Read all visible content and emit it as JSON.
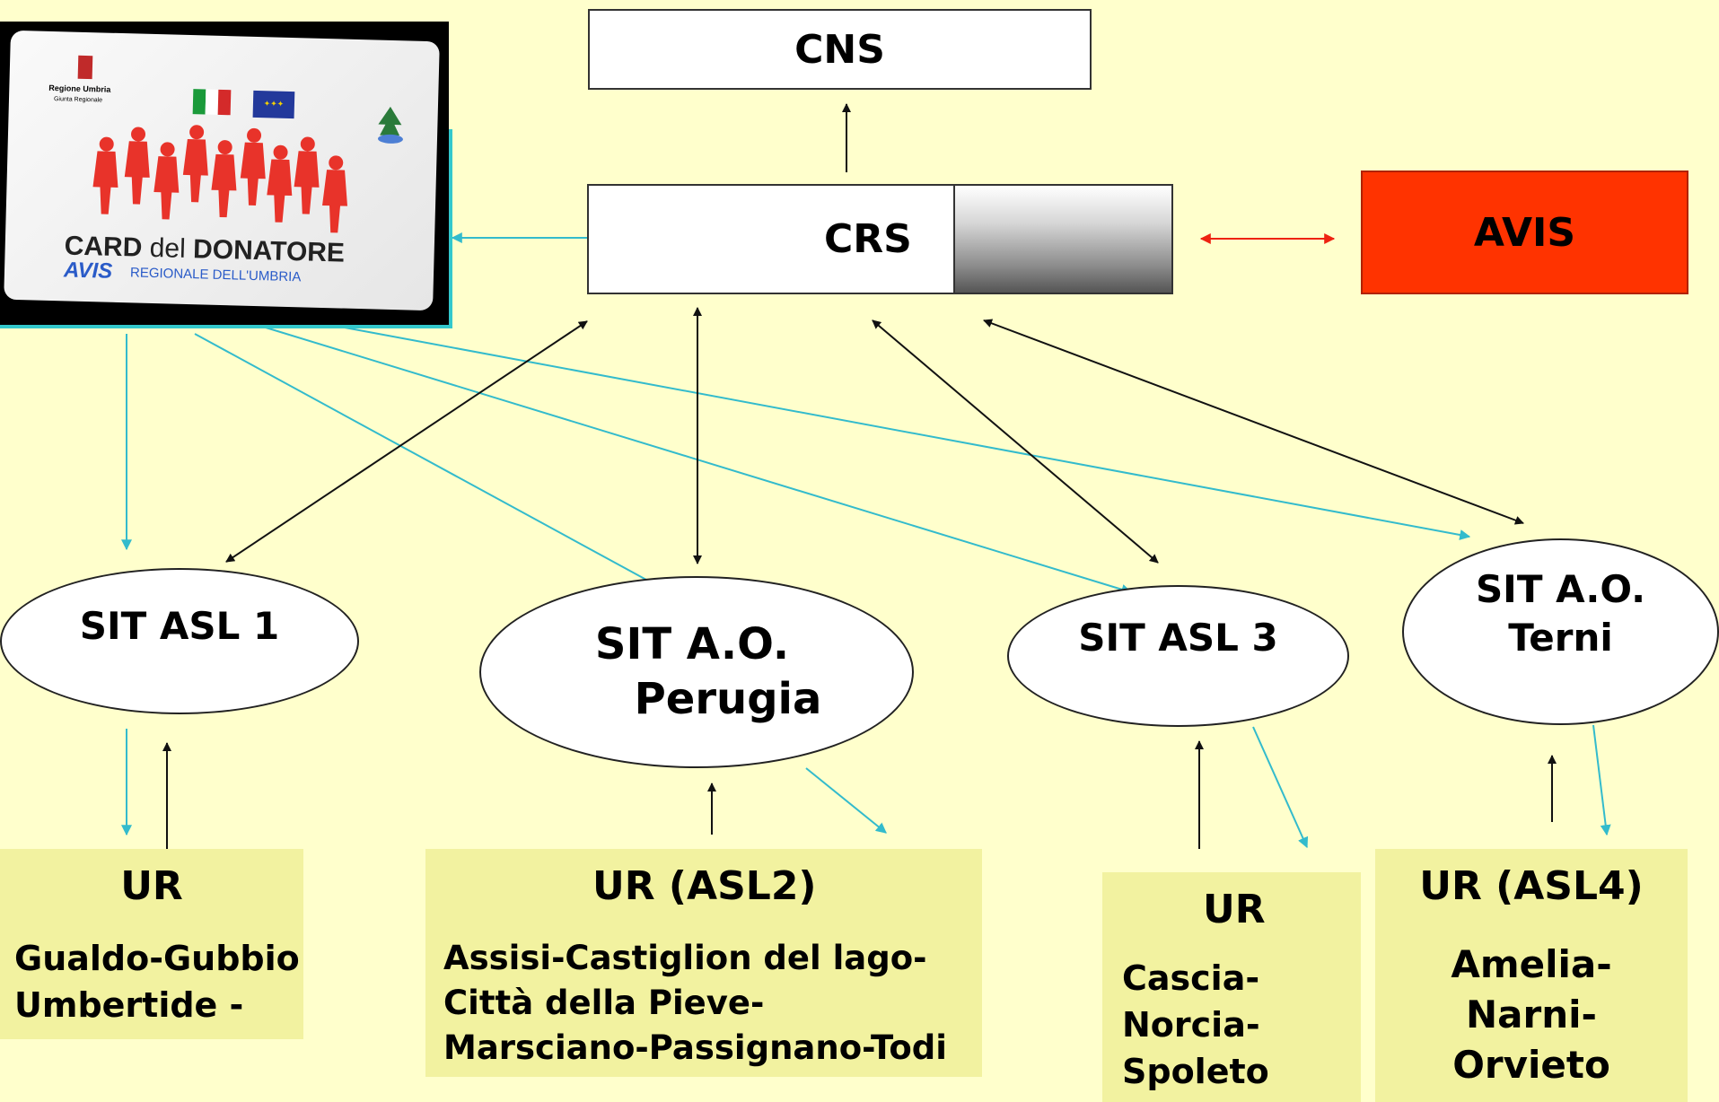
{
  "nodes": {
    "cns": "CNS",
    "crs": "CRS",
    "avis": "AVIS",
    "sit_asl1": "SIT ASL 1",
    "sit_ao_perugia": {
      "line1": "SIT A.O.",
      "line2": "Perugia"
    },
    "sit_asl3": "SIT ASL 3",
    "sit_ao_terni": {
      "line1": "SIT A.O.",
      "line2": "Terni"
    }
  },
  "ur_boxes": {
    "asl1": {
      "title": "UR",
      "lines": [
        "Gualdo-Gubbio",
        "Umbertide -"
      ]
    },
    "asl2": {
      "title": "UR (ASL2)",
      "lines": [
        "Assisi-Castiglion del lago-",
        "Città della Pieve-",
        "Marsciano-Passignano-Todi"
      ]
    },
    "asl3": {
      "title": "UR",
      "lines": [
        "Cascia-",
        "Norcia-",
        "Spoleto"
      ]
    },
    "asl4": {
      "title": "UR (ASL4)",
      "lines": [
        "Amelia-",
        "Narni-",
        "Orvieto"
      ]
    }
  },
  "card": {
    "region_line1": "Regione Umbria",
    "region_line2": "Giunta Regionale",
    "title_a": "CARD",
    "title_b": "del",
    "title_c": "DONATORE",
    "brand": "AVIS",
    "subtitle": "REGIONALE DELL'UMBRIA"
  },
  "colors": {
    "background": "#ffffcc",
    "avis_box": "#ff3300",
    "teal_arrow": "#33bbcc",
    "black_arrow": "#111111",
    "red_arrow": "#ee2211",
    "ur_box": "#f2f2a0",
    "card_people": "#e8332a",
    "card_frame": "#33c8cc"
  }
}
